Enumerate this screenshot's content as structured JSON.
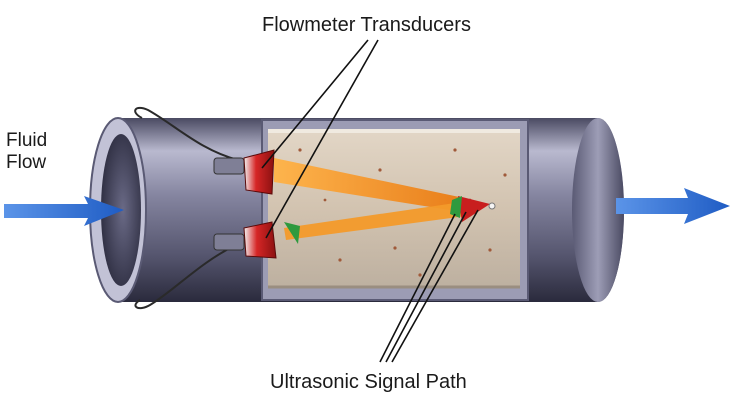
{
  "labels": {
    "fluid_flow_line1": "Fluid",
    "fluid_flow_line2": "Flow",
    "transducers": "Flowmeter Transducers",
    "signal_path": "Ultrasonic Signal Path"
  },
  "colors": {
    "pipe_dark": "#3a3a52",
    "pipe_mid": "#8a8aa6",
    "pipe_light": "#c8c8da",
    "pipe_interior": "#d4c6b4",
    "flow_arrow": "#2f6fd6",
    "signal_beam": "#f08a1a",
    "transducer": "#c81e1e",
    "echo_green": "#2e9a3e"
  },
  "icons": [
    "inlet-flow-arrow-icon",
    "outlet-flow-arrow-icon",
    "transducer-icon",
    "reflector-icon"
  ]
}
